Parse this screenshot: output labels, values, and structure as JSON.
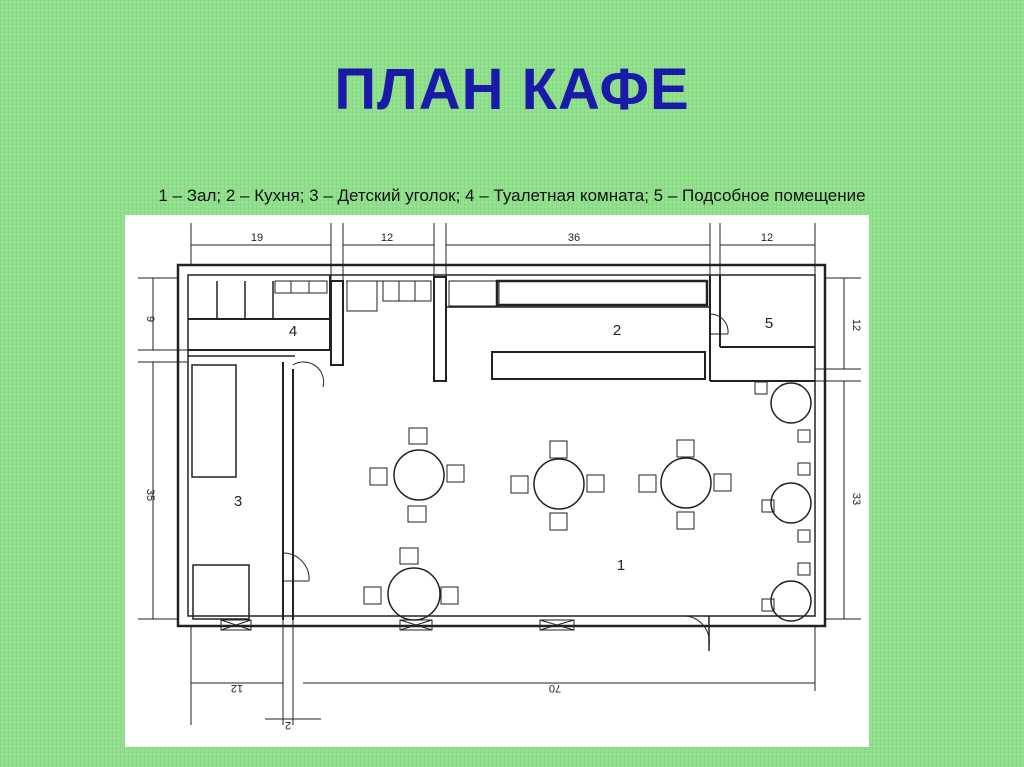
{
  "title": "ПЛАН КАФЕ",
  "legend": "1 – Зал; 2 – Кухня; 3 – Детский  уголок; 4 – Туалетная комната; 5 – Подсобное помещение",
  "rooms": {
    "hall": "1",
    "kitchen": "2",
    "kids": "3",
    "toilet": "4",
    "utility": "5"
  },
  "dimensions": {
    "top_1": "19",
    "top_2": "12",
    "top_3": "36",
    "top_4": "12",
    "left_1": "9",
    "left_2": "35",
    "right_1": "12",
    "right_2": "33",
    "bottom_1": "12",
    "bottom_2": "70",
    "bottom_3": "2"
  },
  "colors": {
    "background": "#8fe08a",
    "title": "#1a1aa8",
    "plan_bg": "#ffffff",
    "lines": "#222222"
  }
}
